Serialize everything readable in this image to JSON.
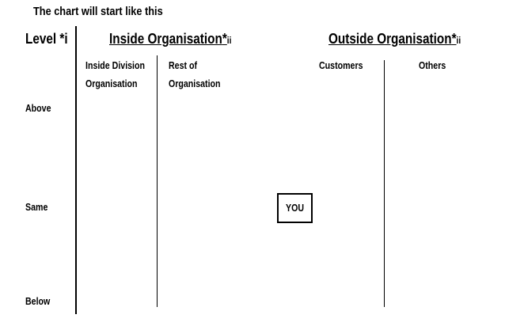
{
  "title": "The chart will start like this",
  "level_header": {
    "label": "Level *",
    "note": "i"
  },
  "groups": [
    {
      "label": "Inside Organisation",
      "marker": "*",
      "note": "ii"
    },
    {
      "label": "Outside Organisation",
      "marker": "*",
      "note": "ii"
    }
  ],
  "columns": [
    {
      "line1": "Inside Division",
      "line2": "Organisation"
    },
    {
      "line1": "Rest of",
      "line2": "Organisation"
    },
    {
      "line1": "Customers",
      "line2": ""
    },
    {
      "line1": "Others",
      "line2": ""
    }
  ],
  "rows": [
    "Above",
    "Same",
    "Below"
  ],
  "center_box": "YOU"
}
